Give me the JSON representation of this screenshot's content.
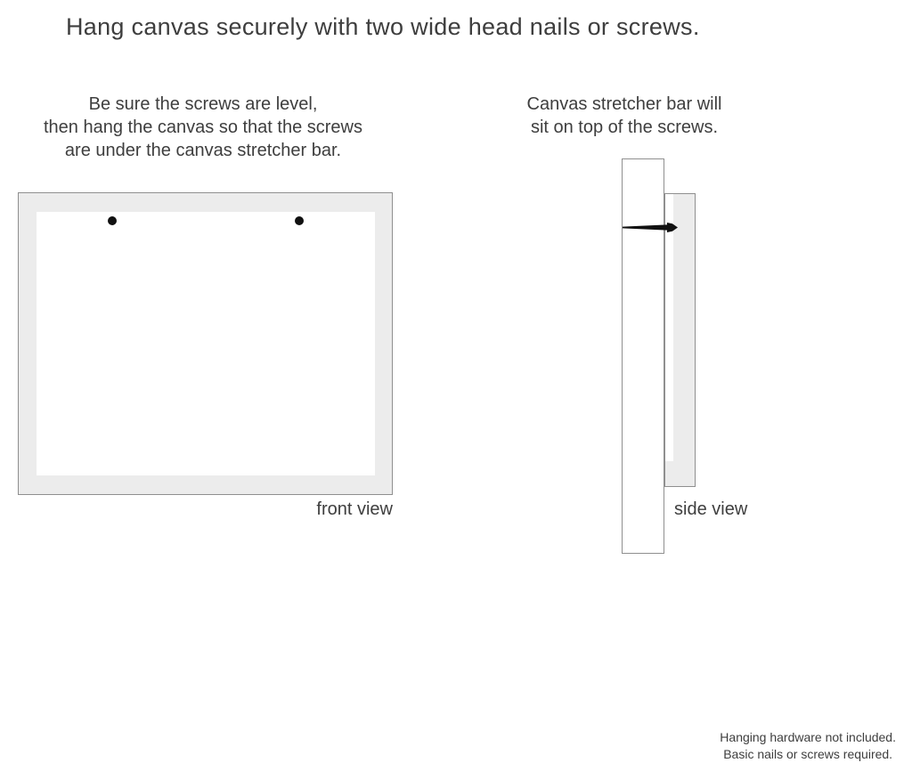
{
  "title": "Hang canvas securely with two wide head nails or screws.",
  "instructions": {
    "front": "Be sure the screws are level,\nthen hang the canvas so that the screws\nare under the canvas stretcher bar.",
    "side": "Canvas stretcher bar will\nsit on top of the screws."
  },
  "labels": {
    "front_view": "front view",
    "side_view": "side view"
  },
  "footer": "Hanging hardware not included.\nBasic nails or screws required.",
  "diagram": {
    "front_nail_count": 2,
    "front_view": "canvas with gray stretcher-bar border, two nail heads just under top bar",
    "side_view": "wall strip with nail through it, canvas edge resting on nail"
  },
  "colors": {
    "canvas_fill": "#ececec",
    "outline": "#8f8f8f",
    "text": "#3e3e3e",
    "nail": "#111111",
    "background": "#ffffff"
  }
}
